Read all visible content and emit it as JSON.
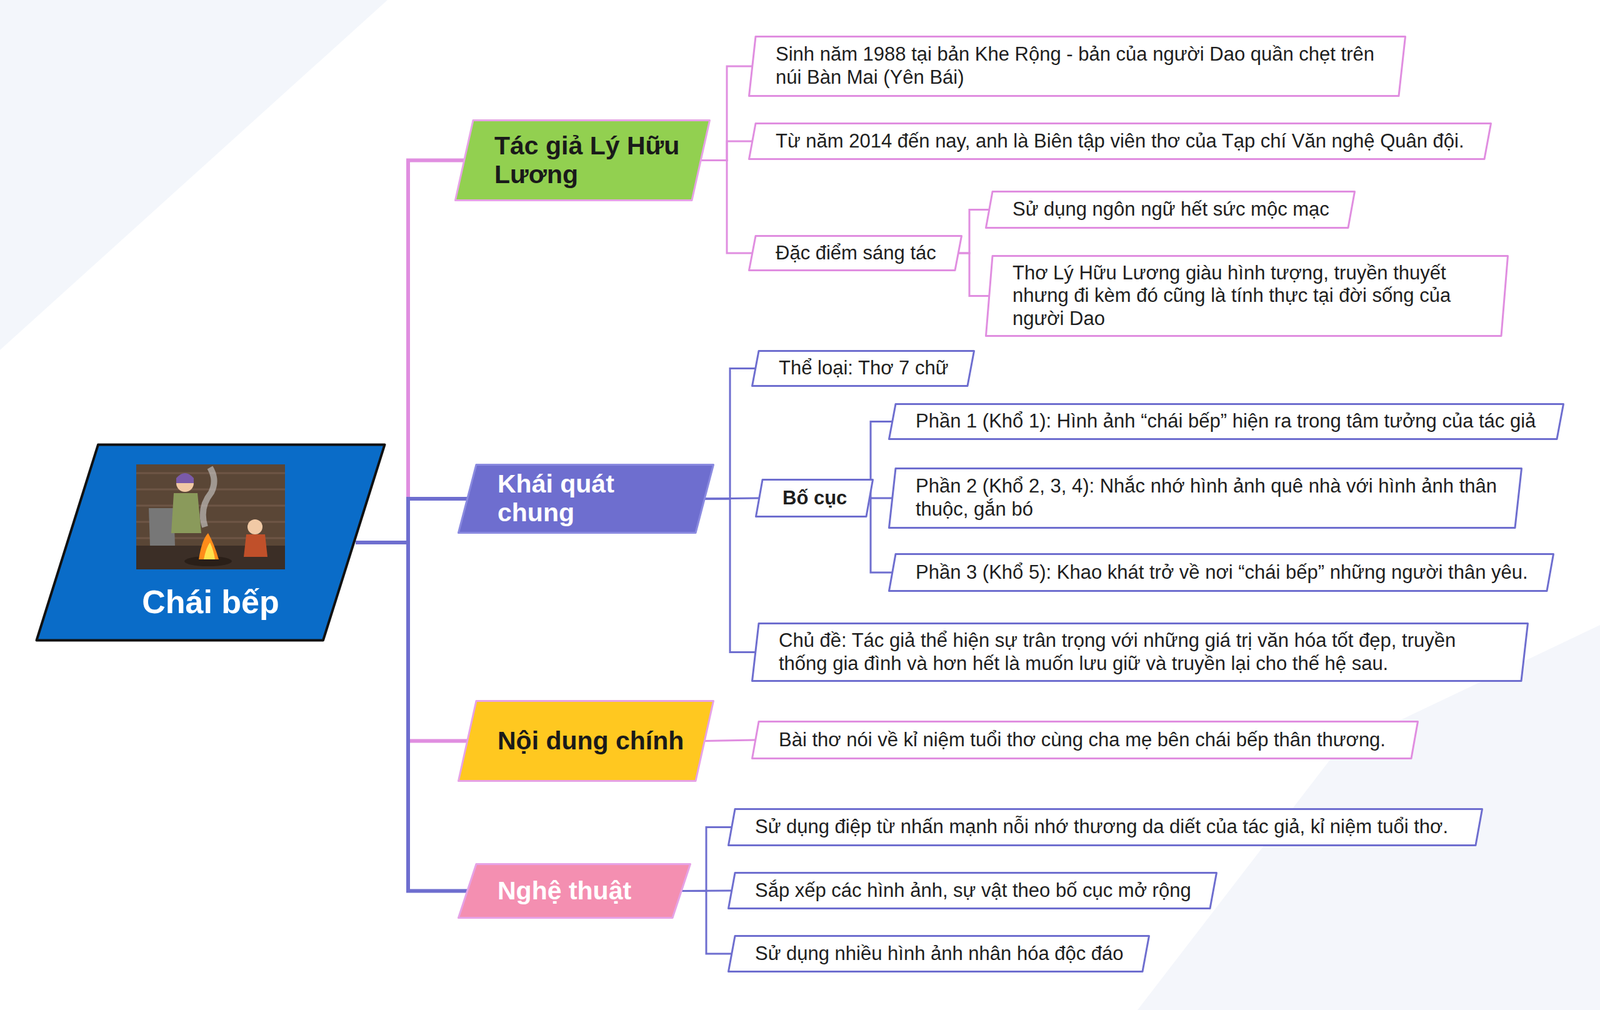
{
  "diagram": {
    "nodes": [
      {
        "text": [
          "Chái bếp"
        ]
      },
      {
        "text": [
          "Tác giả Lý Hữu Lương"
        ]
      },
      {
        "text": [
          "Sinh năm 1988 tại bản Khe Rộng - bản của người Dao quần chẹt trên núi Bàn Mai (Yên Bái)"
        ]
      },
      {
        "text": [
          "Từ năm 2014 đến nay, anh là Biên tập viên thơ của Tạp chí Văn nghệ Quân đội."
        ]
      },
      {
        "text": [
          "Đặc điểm sáng tác"
        ]
      },
      {
        "text": [
          "Sử dụng ngôn ngữ hết sức mộc mạc"
        ]
      },
      {
        "text": [
          "Thơ Lý Hữu Lương giàu hình tượng, truyền thuyết nhưng đi kèm đó cũng là tính thực tại đời sống của người Dao"
        ]
      },
      {
        "text": [
          "Khái quát chung"
        ]
      },
      {
        "text": [
          "Thể loại: Thơ 7 chữ"
        ]
      },
      {
        "text": [
          "Bố cục"
        ]
      },
      {
        "text": [
          "Phần 1 (Khổ 1): Hình ảnh “chái bếp” hiện ra trong tâm tưởng của tác giả"
        ]
      },
      {
        "text": [
          "Phần 2 (Khổ 2, 3, 4): Nhắc nhớ hình ảnh quê nhà với hình ảnh thân thuộc, gắn bó"
        ]
      },
      {
        "text": [
          "Phần 3 (Khổ 5): Khao khát trở về nơi “chái bếp” những người thân yêu."
        ]
      },
      {
        "text": [
          "Chủ đề: Tác giả thể hiện sự trân trọng với những giá trị văn hóa tốt đẹp, truyền thống gia đình và hơn hết là muốn lưu giữ và truyền lại cho thế hệ sau."
        ]
      },
      {
        "text": [
          "Nội dung chính"
        ]
      },
      {
        "text": [
          "Bài thơ nói về kỉ niệm tuổi thơ cùng cha mẹ bên chái bếp thân thương."
        ]
      },
      {
        "text": [
          "Nghệ thuật"
        ]
      },
      {
        "text": [
          "Sử dụng điệp từ nhấn mạnh nỗi nhớ thương da diết của tác giả, kỉ niệm tuổi thơ."
        ]
      },
      {
        "text": [
          "Sắp xếp các hình ảnh, sự vật theo bố cục mở rộng"
        ]
      },
      {
        "text": [
          "Sử dụng nhiều hình ảnh nhân hóa độc đáo"
        ]
      }
    ],
    "edges": [
      {
        "from": 0,
        "to": 1,
        "arrow": "none"
      },
      {
        "from": 0,
        "to": 7,
        "arrow": "none"
      },
      {
        "from": 0,
        "to": 14,
        "arrow": "none"
      },
      {
        "from": 0,
        "to": 16,
        "arrow": "none"
      },
      {
        "from": 1,
        "to": 2,
        "arrow": "none"
      },
      {
        "from": 1,
        "to": 3,
        "arrow": "none"
      },
      {
        "from": 1,
        "to": 4,
        "arrow": "none"
      },
      {
        "from": 4,
        "to": 5,
        "arrow": "none"
      },
      {
        "from": 4,
        "to": 6,
        "arrow": "none"
      },
      {
        "from": 7,
        "to": 8,
        "arrow": "none"
      },
      {
        "from": 7,
        "to": 9,
        "arrow": "none"
      },
      {
        "from": 7,
        "to": 13,
        "arrow": "none"
      },
      {
        "from": 9,
        "to": 10,
        "arrow": "none"
      },
      {
        "from": 9,
        "to": 11,
        "arrow": "none"
      },
      {
        "from": 9,
        "to": 12,
        "arrow": "none"
      },
      {
        "from": 14,
        "to": 15,
        "arrow": "none"
      },
      {
        "from": 16,
        "to": 17,
        "arrow": "none"
      },
      {
        "from": 16,
        "to": 18,
        "arrow": "none"
      },
      {
        "from": 16,
        "to": 19,
        "arrow": "none"
      }
    ]
  }
}
